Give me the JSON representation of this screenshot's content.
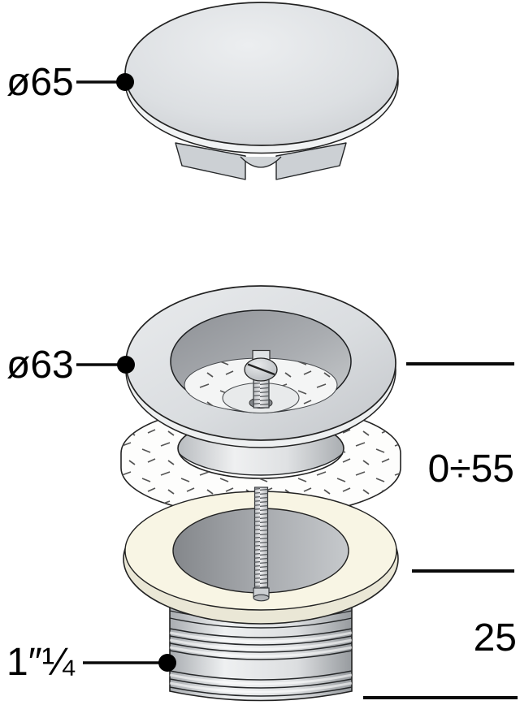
{
  "diagram": {
    "labels": {
      "cap_diameter": "ø65",
      "flange_diameter": "ø63",
      "height_range": "0÷55",
      "thread_height": "25",
      "thread_size": "1″¼"
    },
    "colors": {
      "background": "#ffffff",
      "outline": "#222222",
      "annotation": "#000000",
      "metal_light": "#eef0f2",
      "metal_mid": "#d5d8db",
      "metal_dark": "#94989c",
      "gasket_white": "#fdfdfc",
      "gasket_fleck": "#555555",
      "body_ivory": "#f8f5e4"
    }
  }
}
